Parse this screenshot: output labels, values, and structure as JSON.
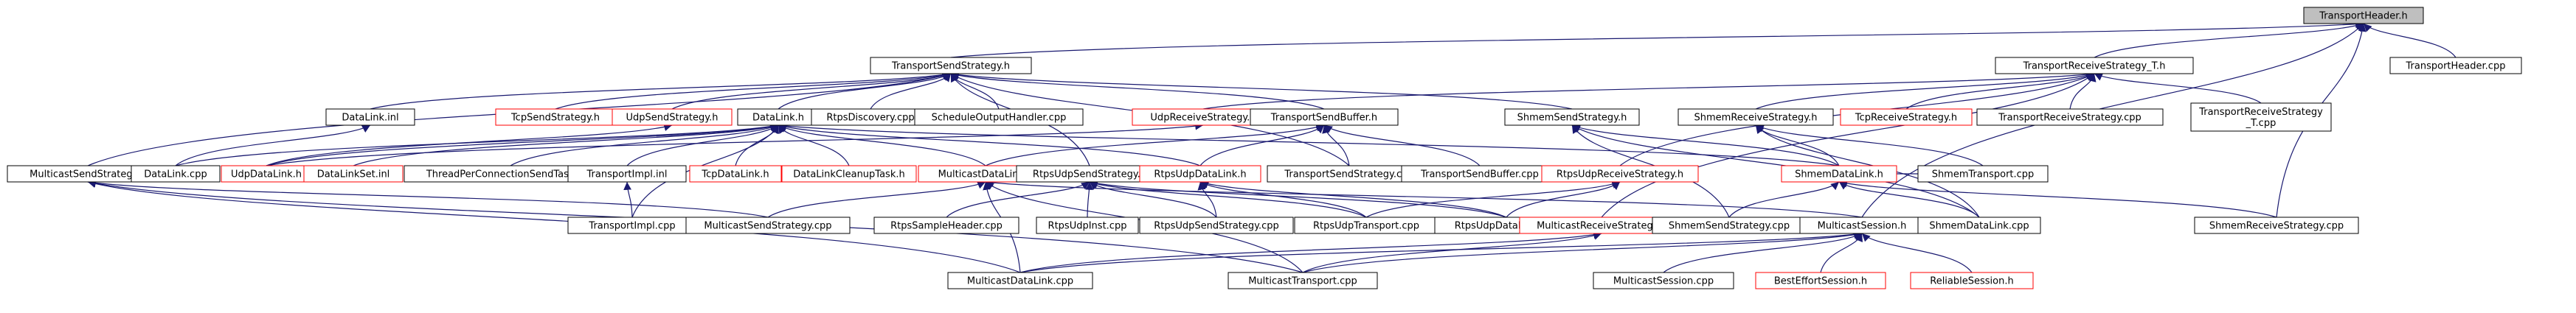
{
  "colors": {
    "background": "#ffffff",
    "node_border": "#000000",
    "node_border_undocumented": "#ff0000",
    "root_fill": "#bfbfbf",
    "edge": "#191970",
    "text": "#000000"
  },
  "graph": {
    "nodes": [
      {
        "id": "th",
        "label": "TransportHeader.h",
        "style": "root"
      },
      {
        "id": "thcpp",
        "label": "TransportHeader.cpp",
        "style": "normal"
      },
      {
        "id": "trs_t",
        "label": "TransportReceiveStrategy_T.h",
        "style": "normal"
      },
      {
        "id": "tss",
        "label": "TransportSendStrategy.h",
        "style": "normal"
      },
      {
        "id": "dl_inl",
        "label": "DataLink.inl",
        "style": "normal"
      },
      {
        "id": "tcpss",
        "label": "TcpSendStrategy.h",
        "style": "red"
      },
      {
        "id": "udpss",
        "label": "UdpSendStrategy.h",
        "style": "red"
      },
      {
        "id": "dlh",
        "label": "DataLink.h",
        "style": "normal"
      },
      {
        "id": "rtpsdisc",
        "label": "RtpsDiscovery.cpp",
        "style": "normal"
      },
      {
        "id": "sched",
        "label": "ScheduleOutputHandler.cpp",
        "style": "normal"
      },
      {
        "id": "udprs",
        "label": "UdpReceiveStrategy.h",
        "style": "red"
      },
      {
        "id": "tsb",
        "label": "TransportSendBuffer.h",
        "style": "normal"
      },
      {
        "id": "shmss",
        "label": "ShmemSendStrategy.h",
        "style": "normal"
      },
      {
        "id": "shmrs",
        "label": "ShmemReceiveStrategy.h",
        "style": "normal"
      },
      {
        "id": "tcprs",
        "label": "TcpReceiveStrategy.h",
        "style": "red"
      },
      {
        "id": "trscpp",
        "label": "TransportReceiveStrategy.cpp",
        "style": "normal"
      },
      {
        "id": "trst_cpp",
        "label": [
          "TransportReceiveStrategy",
          "_T.cpp"
        ],
        "style": "normal"
      },
      {
        "id": "mcss",
        "label": "MulticastSendStrategy.h",
        "style": "normal"
      },
      {
        "id": "dlcpp",
        "label": "DataLink.cpp",
        "style": "normal"
      },
      {
        "id": "udpdl",
        "label": "UdpDataLink.h",
        "style": "red"
      },
      {
        "id": "dlset",
        "label": "DataLinkSet.inl",
        "style": "red"
      },
      {
        "id": "tpcst",
        "label": "ThreadPerConnectionSendTask.cpp",
        "style": "normal"
      },
      {
        "id": "tiinl",
        "label": "TransportImpl.inl",
        "style": "normal"
      },
      {
        "id": "tcpdl",
        "label": "TcpDataLink.h",
        "style": "red"
      },
      {
        "id": "dlct",
        "label": "DataLinkCleanupTask.h",
        "style": "red"
      },
      {
        "id": "mcdl",
        "label": "MulticastDataLink.h",
        "style": "red"
      },
      {
        "id": "rtpsuss",
        "label": "RtpsUdpSendStrategy.h",
        "style": "normal"
      },
      {
        "id": "rtpsudl",
        "label": "RtpsUdpDataLink.h",
        "style": "red"
      },
      {
        "id": "tsscpp",
        "label": "TransportSendStrategy.cpp",
        "style": "normal"
      },
      {
        "id": "tsbcpp",
        "label": "TransportSendBuffer.cpp",
        "style": "normal"
      },
      {
        "id": "rtpsurs",
        "label": "RtpsUdpReceiveStrategy.h",
        "style": "red"
      },
      {
        "id": "shmdl",
        "label": "ShmemDataLink.h",
        "style": "red"
      },
      {
        "id": "shmtcpp",
        "label": "ShmemTransport.cpp",
        "style": "normal"
      },
      {
        "id": "ticpp",
        "label": "TransportImpl.cpp",
        "style": "normal"
      },
      {
        "id": "mcsscpp",
        "label": "MulticastSendStrategy.cpp",
        "style": "normal"
      },
      {
        "id": "rtpssh",
        "label": "RtpsSampleHeader.cpp",
        "style": "normal"
      },
      {
        "id": "rtpsuinst",
        "label": "RtpsUdpInst.cpp",
        "style": "normal"
      },
      {
        "id": "rtpsusscpp",
        "label": "RtpsUdpSendStrategy.cpp",
        "style": "normal"
      },
      {
        "id": "rtpsutcpp",
        "label": "RtpsUdpTransport.cpp",
        "style": "normal"
      },
      {
        "id": "rtpsudlcpp",
        "label": "RtpsUdpDataLink.cpp",
        "style": "normal"
      },
      {
        "id": "mcrs",
        "label": "MulticastReceiveStrategy.h",
        "style": "red"
      },
      {
        "id": "shmsscpp",
        "label": "ShmemSendStrategy.cpp",
        "style": "normal"
      },
      {
        "id": "mcsess",
        "label": "MulticastSession.h",
        "style": "normal"
      },
      {
        "id": "shmdlcpp",
        "label": "ShmemDataLink.cpp",
        "style": "normal"
      },
      {
        "id": "shmrscpp",
        "label": "ShmemReceiveStrategy.cpp",
        "style": "normal"
      },
      {
        "id": "mcdlcpp",
        "label": "MulticastDataLink.cpp",
        "style": "normal"
      },
      {
        "id": "mctcpp",
        "label": "MulticastTransport.cpp",
        "style": "normal"
      },
      {
        "id": "mcsesscpp",
        "label": "MulticastSession.cpp",
        "style": "normal"
      },
      {
        "id": "bes",
        "label": "BestEffortSession.h",
        "style": "red"
      },
      {
        "id": "rels",
        "label": "ReliableSession.h",
        "style": "red"
      }
    ],
    "edges": [
      [
        "th",
        "thcpp"
      ],
      [
        "th",
        "trs_t"
      ],
      [
        "th",
        "tss"
      ],
      [
        "th",
        "mcsess"
      ],
      [
        "th",
        "shmrscpp"
      ],
      [
        "trs_t",
        "udprs"
      ],
      [
        "trs_t",
        "shmrs"
      ],
      [
        "trs_t",
        "tcprs"
      ],
      [
        "trs_t",
        "trscpp"
      ],
      [
        "trs_t",
        "trst_cpp"
      ],
      [
        "trs_t",
        "rtpsurs"
      ],
      [
        "trs_t",
        "mcrs"
      ],
      [
        "tss",
        "dl_inl"
      ],
      [
        "tss",
        "tcpss"
      ],
      [
        "tss",
        "udpss"
      ],
      [
        "tss",
        "dlh"
      ],
      [
        "tss",
        "rtpsdisc"
      ],
      [
        "tss",
        "sched"
      ],
      [
        "tss",
        "tsb"
      ],
      [
        "tss",
        "shmss"
      ],
      [
        "tss",
        "mcss"
      ],
      [
        "tss",
        "rtpsuss"
      ],
      [
        "tss",
        "tsscpp"
      ],
      [
        "dl_inl",
        "dlcpp"
      ],
      [
        "udpss",
        "udpdl"
      ],
      [
        "dlh",
        "dlcpp"
      ],
      [
        "dlh",
        "udpdl"
      ],
      [
        "dlh",
        "dlset"
      ],
      [
        "dlh",
        "tpcst"
      ],
      [
        "dlh",
        "tiinl"
      ],
      [
        "dlh",
        "tcpdl"
      ],
      [
        "dlh",
        "dlct"
      ],
      [
        "dlh",
        "mcdl"
      ],
      [
        "dlh",
        "rtpsudl"
      ],
      [
        "dlh",
        "shmdl"
      ],
      [
        "dlh",
        "ticpp"
      ],
      [
        "udprs",
        "udpdl"
      ],
      [
        "tsb",
        "rtpsudl"
      ],
      [
        "tsb",
        "tsscpp"
      ],
      [
        "tsb",
        "tsbcpp"
      ],
      [
        "tsb",
        "mcdl"
      ],
      [
        "shmss",
        "shmdl"
      ],
      [
        "shmss",
        "shmsscpp"
      ],
      [
        "shmss",
        "shmdlcpp"
      ],
      [
        "shmrs",
        "shmdl"
      ],
      [
        "shmrs",
        "shmtcpp"
      ],
      [
        "shmrs",
        "shmdlcpp"
      ],
      [
        "mcss",
        "mcsscpp"
      ],
      [
        "mcss",
        "mcdlcpp"
      ],
      [
        "mcss",
        "mctcpp"
      ],
      [
        "tiinl",
        "ticpp"
      ],
      [
        "mcdl",
        "mcsscpp"
      ],
      [
        "mcdl",
        "mcdlcpp"
      ],
      [
        "mcdl",
        "mctcpp"
      ],
      [
        "mcdl",
        "mcsess"
      ],
      [
        "rtpsuss",
        "rtpssh"
      ],
      [
        "rtpsuss",
        "rtpsuinst"
      ],
      [
        "rtpsuss",
        "rtpsusscpp"
      ],
      [
        "rtpsuss",
        "rtpsutcpp"
      ],
      [
        "rtpsuss",
        "rtpsudlcpp"
      ],
      [
        "rtpsudl",
        "rtpsutcpp"
      ],
      [
        "rtpsudl",
        "rtpsudlcpp"
      ],
      [
        "rtpsudl",
        "rtpsusscpp"
      ],
      [
        "rtpsurs",
        "rtpsutcpp"
      ],
      [
        "rtpsurs",
        "rtpsudlcpp"
      ],
      [
        "shmdl",
        "shmsscpp"
      ],
      [
        "shmdl",
        "shmdlcpp"
      ],
      [
        "shmdl",
        "shmrscpp"
      ],
      [
        "shmdl",
        "shmtcpp"
      ],
      [
        "mcrs",
        "mcdlcpp"
      ],
      [
        "mcrs",
        "mctcpp"
      ],
      [
        "mcsess",
        "mcsesscpp"
      ],
      [
        "mcsess",
        "bes"
      ],
      [
        "mcsess",
        "rels"
      ],
      [
        "mcsess",
        "mcdlcpp"
      ],
      [
        "mcsess",
        "mctcpp"
      ]
    ]
  }
}
